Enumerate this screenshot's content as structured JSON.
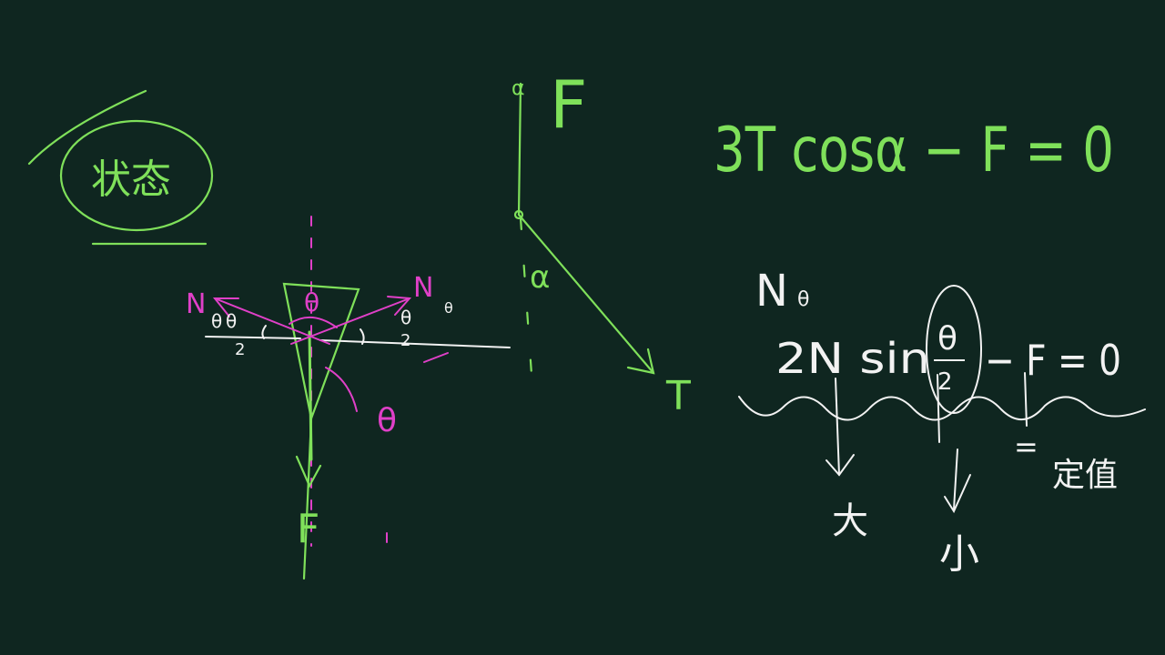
{
  "colors": {
    "background": "#0f2620",
    "green": "#7fe05a",
    "magenta": "#e040c8",
    "white": "#f2f2f2"
  },
  "state_label": "状态",
  "wedge": {
    "normal_left": "N",
    "normal_right": "N",
    "normal_right_sub": "θ",
    "half_angle_num": "θ",
    "half_angle_den": "2",
    "theta_left": "θ",
    "theta_center": "θ",
    "theta_lower": "θ",
    "force_label": "F"
  },
  "tripod": {
    "alpha_top": "α",
    "force_label": "F",
    "alpha_label": "α",
    "tension_label": "T"
  },
  "equation_tripod": "3T cosα − F = 0",
  "equation_wedge": {
    "normal_label": "N",
    "normal_sub": "θ",
    "lhs": "2N sin",
    "frac_num": "θ",
    "frac_den": "2",
    "rhs": "− F = 0"
  },
  "annotations": {
    "large": "大",
    "small": "小",
    "equals": "=",
    "constant": "定值"
  }
}
